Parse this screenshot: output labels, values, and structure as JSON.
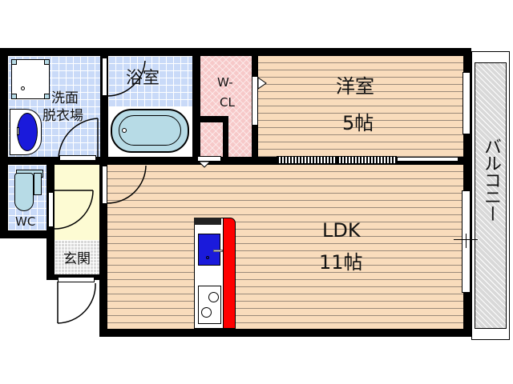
{
  "floorplan": {
    "rooms": {
      "washroom": {
        "label_line1": "洗面",
        "label_line2": "脱衣場",
        "color": "#c9daf8"
      },
      "bathroom": {
        "label": "浴室",
        "color": "#c9daf8"
      },
      "walk_in_closet": {
        "label_line1": "W-",
        "label_line2": "CL",
        "color": "#f7c9c9"
      },
      "western_room": {
        "label": "洋室",
        "size": "5帖",
        "color": "#f9dcbc"
      },
      "toilet": {
        "label": "WC",
        "color": "#c9daf8"
      },
      "entrance": {
        "label": "玄関",
        "color": "#d8d8d8"
      },
      "ldk": {
        "label": "LDK",
        "size": "11帖",
        "color": "#f9dcbc"
      },
      "balcony": {
        "label": "バルコニー",
        "color": "#d9d9d9"
      }
    },
    "colors": {
      "wall": "#000000",
      "sink_basin": "#1a1adb",
      "washbasin": "#1a1adb",
      "bathtub": "#b7dbe6",
      "kitchen_counter_edge": "#ff0000",
      "hallway": "#fdfbd3"
    },
    "fixtures": [
      "washing-machine",
      "washbasin",
      "bathtub",
      "toilet",
      "kitchen-sink",
      "stove-burners",
      "kitchen-counter"
    ]
  }
}
